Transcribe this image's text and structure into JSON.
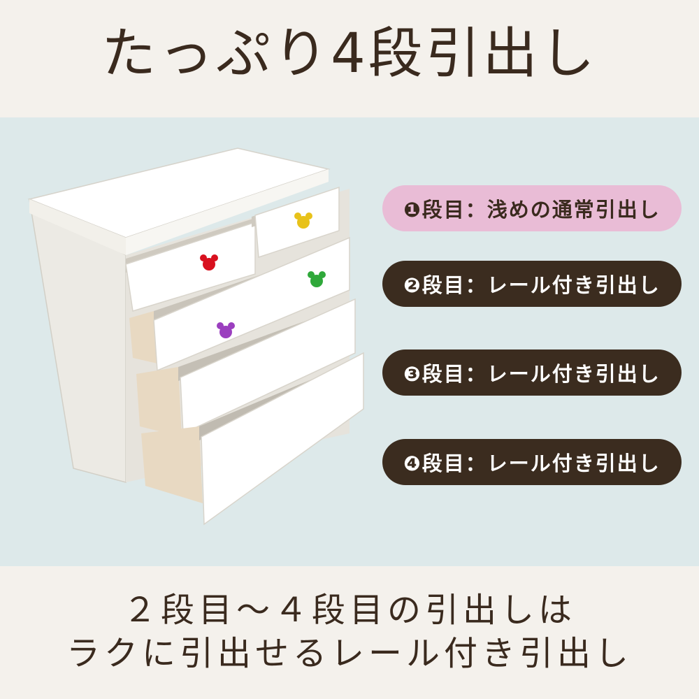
{
  "title": "たっぷり4段引出し",
  "labels": [
    "❶段目：浅めの通常引出し",
    "❷段目：レール付き引出し",
    "❸段目：レール付き引出し",
    "❹段目：レール付き引出し"
  ],
  "caption": {
    "line1": "２段目～４段目の引出しは",
    "line2": "ラクに引出せるレール付き引出し"
  },
  "colors": {
    "background": "#f4f1ec",
    "panel": "#dde9ea",
    "pill_dark": "#3b2c1f",
    "pill_pink": "#e9bcd6",
    "text": "#3a2a1e"
  },
  "knobs": [
    {
      "name": "knob-yellow-icon",
      "color": "#e8c21a"
    },
    {
      "name": "knob-red-icon",
      "color": "#d8101e"
    },
    {
      "name": "knob-green-icon",
      "color": "#2fa83a"
    },
    {
      "name": "knob-purple-icon",
      "color": "#9b3fbf"
    }
  ]
}
